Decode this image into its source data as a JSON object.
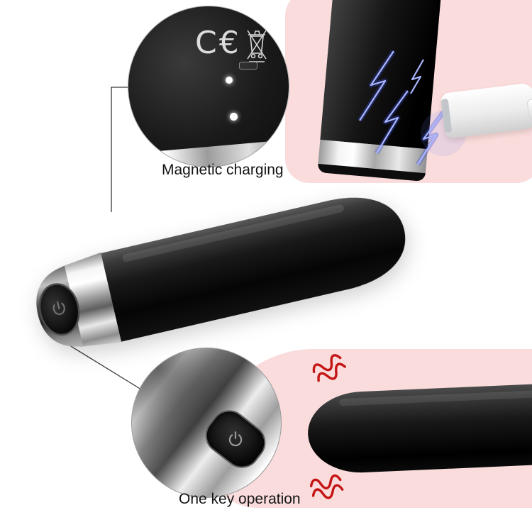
{
  "labels": {
    "magnetic_charging": "Magnetic charging",
    "one_key_operation": "One key operation"
  },
  "top_inset": {
    "ce_mark": "C€",
    "icons": {
      "weee": "weee-crossed-bin-icon",
      "contacts": "magnetic-contact-dots"
    }
  },
  "panels": {
    "charging": {
      "icons": {
        "plug": "usb-plug-icon",
        "sparks": "electric-spark-icon"
      }
    },
    "vibration": {
      "icons": {
        "waves": "vibration-wave-icon"
      }
    }
  },
  "product": {
    "icons": {
      "power": "power-button-icon"
    }
  },
  "colors": {
    "panel_pink": "#f9dcdb",
    "device_black": "#151515",
    "chrome_silver": "#d9d9d9",
    "spark_blue": "#5b6ee0",
    "wave_red": "#c41414",
    "label_text": "#141414"
  }
}
